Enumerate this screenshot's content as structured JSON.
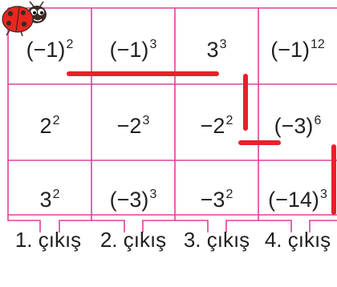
{
  "colors": {
    "grid": "#e0409a",
    "path": "#e8202a",
    "text": "#231f20"
  },
  "mascot": {
    "icon": "ladybug-icon"
  },
  "grid": {
    "rows": [
      [
        {
          "base": "(−1)",
          "exp": "2"
        },
        {
          "base": "(−1)",
          "exp": "3"
        },
        {
          "base": "3",
          "exp": "3"
        },
        {
          "base": "(−1)",
          "exp": "12"
        }
      ],
      [
        {
          "base": "2",
          "exp": "2"
        },
        {
          "base": "−2",
          "exp": "3"
        },
        {
          "base": "−2",
          "exp": "2"
        },
        {
          "base": "(−3)",
          "exp": "6"
        }
      ],
      [
        {
          "base": "3",
          "exp": "2"
        },
        {
          "base": "(−3)",
          "exp": "3"
        },
        {
          "base": "−3",
          "exp": "2"
        },
        {
          "base": "(−14)",
          "exp": "3"
        }
      ]
    ]
  },
  "exits": [
    {
      "label": "1. çıkış"
    },
    {
      "label": "2. çıkış"
    },
    {
      "label": "3. çıkış"
    },
    {
      "label": "4. çıkış"
    }
  ]
}
